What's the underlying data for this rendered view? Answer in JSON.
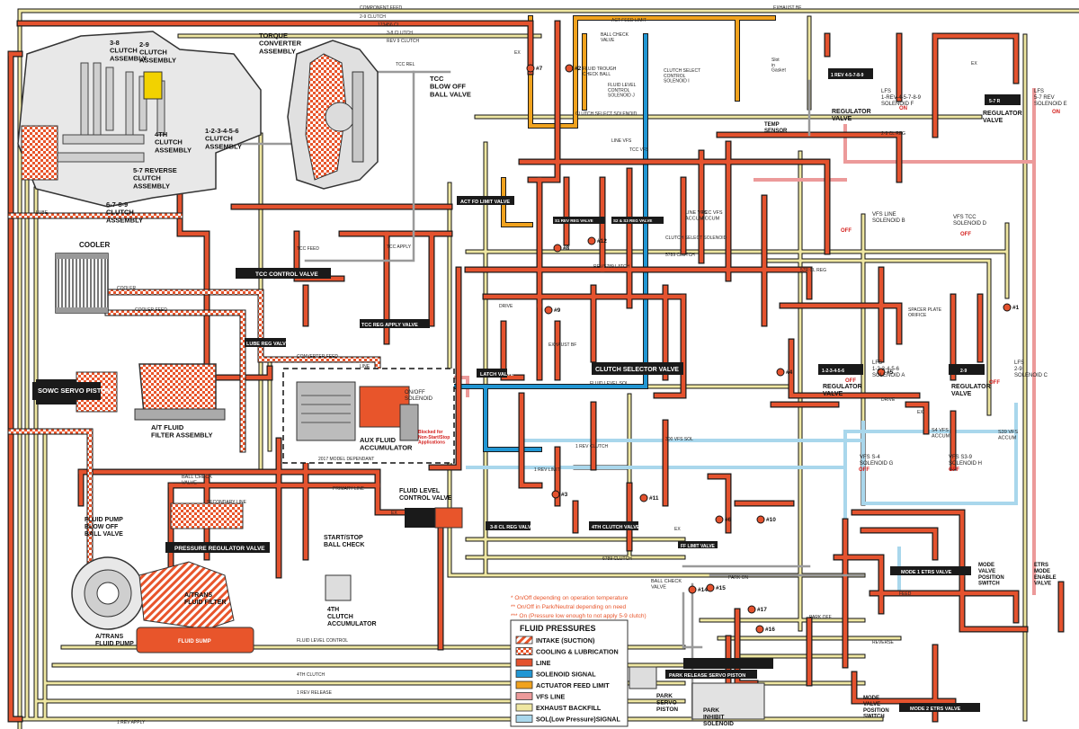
{
  "colors": {
    "intake": "#e8552b",
    "cooling": "#e8552b",
    "line": "#e4522e",
    "solenoid_signal": "#2196d3",
    "actuator_feed": "#f0a21e",
    "vfs_line": "#ec9a9a",
    "exhaust_backfill": "#efe7a2",
    "sol_low": "#a9d7ec",
    "valve_black": "#1a1a1a",
    "off_red": "#d4211e"
  },
  "components": {
    "clutch_38": "3-8\nCLUTCH\nASSEMBLY",
    "clutch_29": "2-9\nCLUTCH\nASSEMBLY",
    "clutch_4th": "4TH\nCLUTCH\nASSEMBLY",
    "clutch_57r": "5-7 REVERSE\nCLUTCH\nASSEMBLY",
    "clutch_689": "6-7-8-9\nCLUTCH\nASSEMBLY",
    "clutch_123456": "1-2-3-4-5-6\nCLUTCH\nASSEMBLY",
    "torque_converter": "TORQUE\nCONVERTER\nASSEMBLY",
    "tcc_blowoff": "TCC\nBLOW OFF\nBALL VALVE",
    "cooler": "COOLER",
    "sowc_servo": "SOWC SERVO PISTON",
    "fluid_filter": "A/T FLUID\nFILTER ASSEMBLY",
    "aux_accum": "AUX FLUID\nACCUMULATOR",
    "aux_note": "2017 MODEL DEPENDANT",
    "onoff_solenoid": "ON/OFF\nSOLENOID",
    "blocked_note": "Blocked for\nNon-Start/Stop\nApplications",
    "fluid_pump_blowoff": "FLUID PUMP\nBLOW OFF\nBALL VALVE",
    "ball_check": "BALL CHECK\nVALVE",
    "start_stop": "START/STOP\nBALL CHECK",
    "fluid_level_cv": "FLUID LEVEL\nCONTROL VALVE",
    "accum_4th": "4TH\nCLUTCH\nACCUMULATOR",
    "fluid_pump": "A/TRANS\nFLUID PUMP",
    "trans_filter": "A/TRANS\nFLUID FILTER",
    "fluid_sump": "FLUID SUMP",
    "temp_sensor": "TEMP\nSENSOR",
    "park_servo": "PARK\nSERVO\nPISTON",
    "park_inhibit": "PARK\nINHIBIT\nSOLENOID",
    "mode_valve_switch": "MODE\nVALVE\nPOSITION\nSWITCH",
    "etrs_mode": "ETRS\nMODE\nENABLE\nVALVE",
    "mode_valve_switch2": "MODE\nVALVE\nPOSITION\nSWITCH",
    "reg_valve": "REGULATOR\nVALVE",
    "lfs_1rev": "LFS\n1-REV-4-5-7-8-9\nSOLENOID F",
    "lfs_57": "LFS\n5-7 REV\nSOLENOID E",
    "lfs_123456": "LFS\n1-2-3-4-5-6\nSOLENOID A",
    "lfs_29": "LFS\n2-9\nSOLENOID C",
    "vfs_line_sol": "VFS LINE\nSOLENOID B",
    "vfs_tcc_sol": "VFS TCC\nSOLENOID D",
    "vfs_s4": "VFS S-4\nSOLENOID G",
    "vfs_s3": "VFS S3-9\nSOLENOID H",
    "line_vfs_accum": "LINE VFS\nACCUM",
    "tcc_vfs_accum": "TCC VFS\nACCUM",
    "s4_accum": "S4 VFS\nACCUM",
    "s39_accum": "S39 VFS\nACCUM",
    "clutch_sel_sol": "CLUTCH SELECT\nCONTROL\nSOLENOID I",
    "fluid_trough": "FLUID TROUGH\nCHECK BALL",
    "ball_check2": "BALL CHECK\nVALVE",
    "fluid_level_sol": "FLUID LEVEL\nCONTROL\nSOLENOID J",
    "ball_check3": "BALL CHECK\nVALVE",
    "spacer_note": "SPACER PLATE\nORIFICE",
    "slot_gasket": "Slot\nin\nGasket"
  },
  "valves": {
    "tcc_control": "TCC CONTROL VALVE",
    "lube_reg": "LUBE REG VALVE",
    "tcc_reg_apply": "TCC REG APPLY VALVE",
    "pressure_reg": "PRESSURE REGULATOR VALVE",
    "act_feed_limit": "ACT FD LIMIT VALVE",
    "s1_reg": "S1 REV REG VALVE",
    "s2_reg": "S2 & S3 REG VALVE",
    "latch": "LATCH VALVE",
    "clutch_sel": "CLUTCH SELECTOR VALVE",
    "v38": "3-8 CL REG VALVE",
    "v4th": "4TH CLUTCH VALVE",
    "ff_limit": "FF LIMIT VALVE",
    "mode1": "MODE 1 ETRS VALVE",
    "mode2": "MODE 2 ETRS VALVE",
    "park_release": "PARK RELEASE SERVO PISTON",
    "reg_1rev": "1 REV 4-5-7-8-9",
    "reg_57": "5-7 R",
    "reg_123456": "1-2-3-4-5-6",
    "reg_29": "2-9"
  },
  "lines": {
    "component_feed": "COMPONENT FEED",
    "c29_clutch": "2-9 CLUTCH",
    "c123456_cl": "123456 CL",
    "c38_clutch": "3-8 CLUTCH",
    "rev_clutch": "REV 9 CLUTCH",
    "act_feed_limit": "ACT FEED LIMIT",
    "exhaust_bf": "EXHAUST BF",
    "line_vfs": "LINE VFS",
    "tcc_vfs": "TCC VFS",
    "clutch_select_sol": "CLUTCH SELECT SOLENOID",
    "rev_5789": "5789 CLUTCH",
    "latch": "REV/5789 LATCH",
    "drive": "DRIVE",
    "line": "LINE",
    "converter_feed": "CONVERTER FEED",
    "cooler_feed": "COOLER FEED",
    "lube": "LUBE",
    "fluid_level_sol": "FLUID LEVEL SOL",
    "sol_vfs": "300 VFS SOL",
    "rev_apply": "1 REV APPLY",
    "rev_release": "1 REV RELEASE",
    "c4th": "4TH CLUTCH",
    "park_on": "PARK ON",
    "park_off": "PARK OFF",
    "reverse": "REVERSE",
    "feed": "FEED",
    "fluid_level_control": "FLUID LEVEL CONTROL",
    "rev_limit": "1 REV LIMIT",
    "c6789": "6789 CLUTCH",
    "c57_rev_cl": "57R CL REG",
    "tcc_rel": "TCC REL",
    "tcc_feed": "TCC FEED",
    "tcc_apply": "TCC APPLY",
    "primary_line": "PRIMARY LINE",
    "secondary_line": "SECONDARY LINE",
    "cooler": "COOLER",
    "exhaust_bf2": "EXHAUST BF",
    "rev_clutch2": "1 REV CLUTCH",
    "c29_cl": "2-9 CL REG",
    "drive2": "DRIVE"
  },
  "badges": {
    "n1": "#1",
    "n2": "#2",
    "n3": "#3",
    "n4": "#4",
    "n5": "#5",
    "n6": "#6",
    "n7": "#7",
    "n8": "#8",
    "n9": "#9",
    "n10": "#10",
    "n11": "#11",
    "n12": "#12",
    "n14": "#14",
    "n15": "#15",
    "n16": "#16",
    "n17": "#17"
  },
  "status": {
    "on": "ON",
    "off": "OFF",
    "ex": "EX"
  },
  "notes": {
    "n1": "* On/Off depending on operation temperature",
    "n2": "** On/Off in Park/Neutral depending on need",
    "n3": "*** On (Pressure low enough to not apply 5-9 clutch)"
  },
  "legend": {
    "title": "FLUID PRESSURES",
    "items": [
      {
        "label": "INTAKE (SUCTION)",
        "style": "hatch"
      },
      {
        "label": "COOLING & LUBRICATION",
        "style": "dots"
      },
      {
        "label": "LINE",
        "style": "line"
      },
      {
        "label": "SOLENOID SIGNAL",
        "style": "solenoid"
      },
      {
        "label": "ACTUATOR FEED LIMIT",
        "style": "actuator"
      },
      {
        "label": "VFS LINE",
        "style": "vfs"
      },
      {
        "label": "EXHAUST BACKFILL",
        "style": "exhaust"
      },
      {
        "label": "SOL(Low Pressure)SIGNAL",
        "style": "sollow"
      }
    ]
  }
}
